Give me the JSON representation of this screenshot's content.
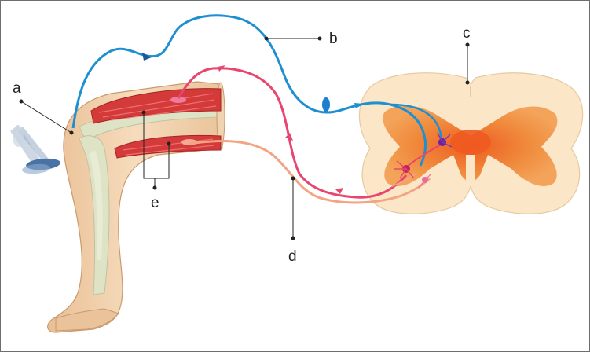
{
  "labels": {
    "a": "a",
    "b": "b",
    "c": "c",
    "d": "d",
    "e": "e"
  },
  "colors": {
    "sensory_neuron": "#1e8fd0",
    "motor_neuron": "#e8456f",
    "secondary_motor_neuron": "#f3a583",
    "muscle": "#d43a3a",
    "skin": "#f0cda6",
    "spinal_cord_outer": "#fbe6c8",
    "spinal_cord_grey_matter": "#f29a4a",
    "spinal_cord_center": "#ee6a2a",
    "bone": "#dfe3c6",
    "reflex_hammer": "#5b7fa6"
  },
  "icons": {
    "reflex_hammer": "reflex-hammer-icon",
    "receptor": "receptor-icon"
  }
}
